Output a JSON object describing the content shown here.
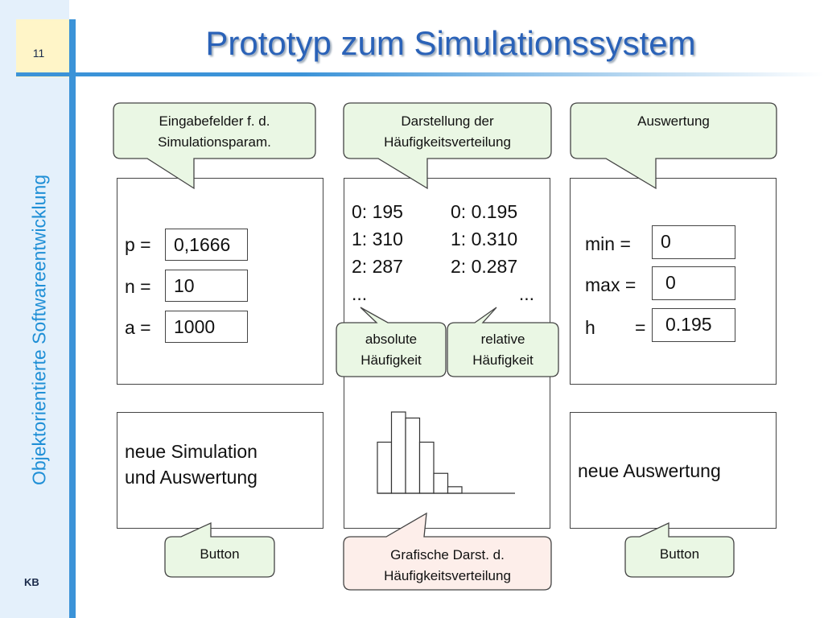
{
  "slide": {
    "title": "Prototyp zum Simulationssystem",
    "page_number": "11",
    "sidebar_title": "Objektorientierte Softwareentwicklung",
    "author": "KB"
  },
  "callouts": {
    "input_fields": {
      "line1": "Eingabefelder f. d.",
      "line2": "Simulationsparam."
    },
    "distribution": {
      "line1": "Darstellung der",
      "line2": "Häufigkeitsverteilung"
    },
    "evaluation": {
      "line1": "Auswertung"
    },
    "absolute": {
      "line1": "absolute",
      "line2": "Häufigkeit"
    },
    "relative": {
      "line1": "relative",
      "line2": "Häufigkeit"
    },
    "button_left": {
      "line1": "Button"
    },
    "graphic": {
      "line1": "Grafische Darst. d.",
      "line2": "Häufigkeitsverteilung"
    },
    "button_right": {
      "line1": "Button"
    }
  },
  "parameters": {
    "p_label": "p =",
    "p_value": "0,1666",
    "n_label": "n =",
    "n_value": "10",
    "a_label": "a =",
    "a_value": "1000"
  },
  "frequencies": {
    "absolute": [
      "0: 195",
      "1: 310",
      "2: 287",
      "..."
    ],
    "relative": [
      "0: 0.195",
      "1: 0.310",
      "2: 0.287",
      "..."
    ]
  },
  "evaluation": {
    "min_label": "min =",
    "min_value": "0",
    "max_label": "max =",
    "max_value": "0",
    "h_label": "h",
    "h_eq": "=",
    "h_value": "0.195"
  },
  "buttons": {
    "new_simulation_line1": "neue Simulation",
    "new_simulation_line2": "und Auswertung",
    "new_evaluation": "neue Auswertung"
  },
  "histogram": {
    "values": [
      0.195,
      0.31,
      0.287,
      0.195,
      0.076,
      0.025
    ]
  },
  "colors": {
    "title": "#2a62b8",
    "accent_bar": "#3b93d8",
    "sidebar_text": "#1f8fd6",
    "callout_fill": "#eaf7e4",
    "callout_fill_pink": "#fdeeea"
  }
}
